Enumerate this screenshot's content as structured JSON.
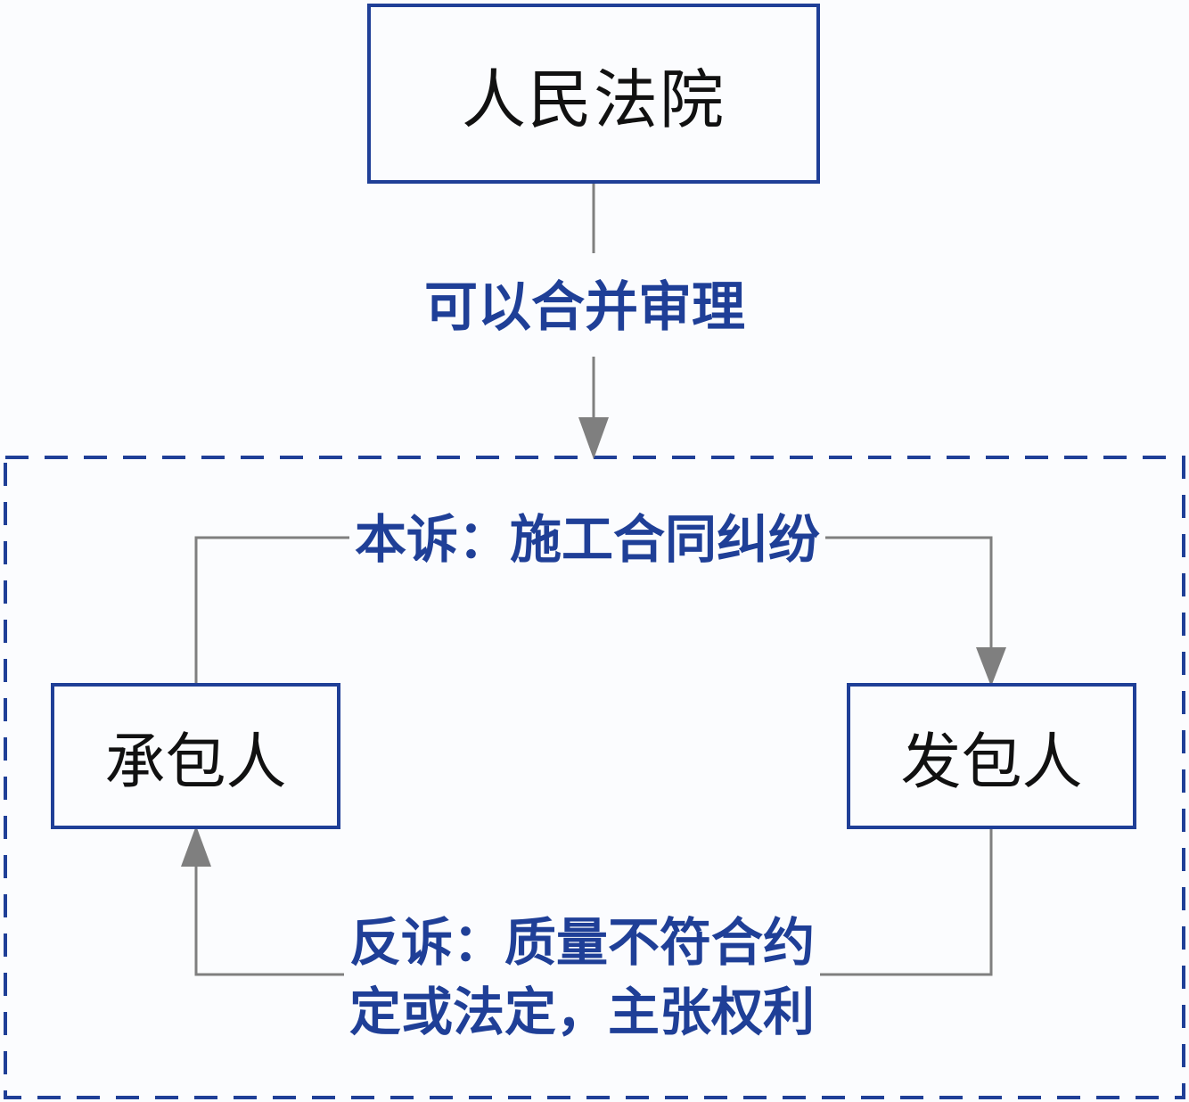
{
  "nodes": {
    "court": "人民法院",
    "contractor": "承包人",
    "employer": "发包人"
  },
  "edges": {
    "merge": "可以合并审理",
    "claim": "本诉：施工合同纠纷",
    "counterclaim_line1": "反诉：质量不符合约",
    "counterclaim_line2": "定或法定，主张权利"
  },
  "colors": {
    "box_border": "#1f3f97",
    "label_text": "#1f3f97",
    "connector": "#7f7f7f",
    "dashed_frame": "#1f3f97"
  }
}
